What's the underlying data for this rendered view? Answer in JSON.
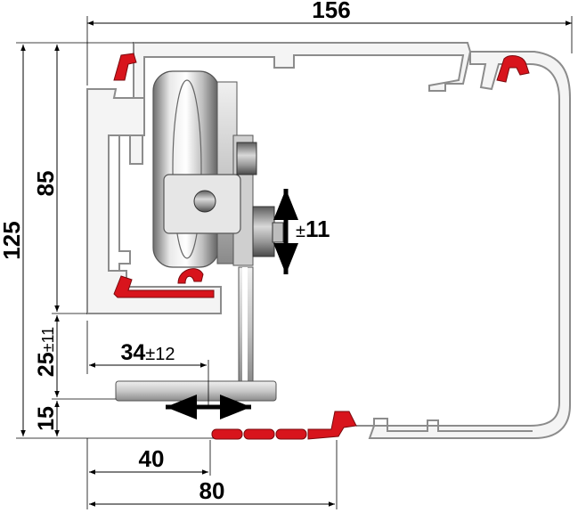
{
  "dimensions": {
    "overall_width": "156",
    "overall_height": "125",
    "inner_height": "85",
    "clearance": "25",
    "clearance_tol": "±11",
    "base_height": "15",
    "adjust_offset": "34",
    "adjust_offset_tol": "±12",
    "vertical_adjust": "±11",
    "seal_offset": "40",
    "profile_depth": "80"
  },
  "colors": {
    "profile_fill": "#f4f4f4",
    "profile_stroke": "#8c8c8c",
    "seal_red": "#d8141c",
    "metal_light": "#dcdcdc",
    "metal_dark": "#7a7a7a",
    "arrow": "#000000"
  }
}
